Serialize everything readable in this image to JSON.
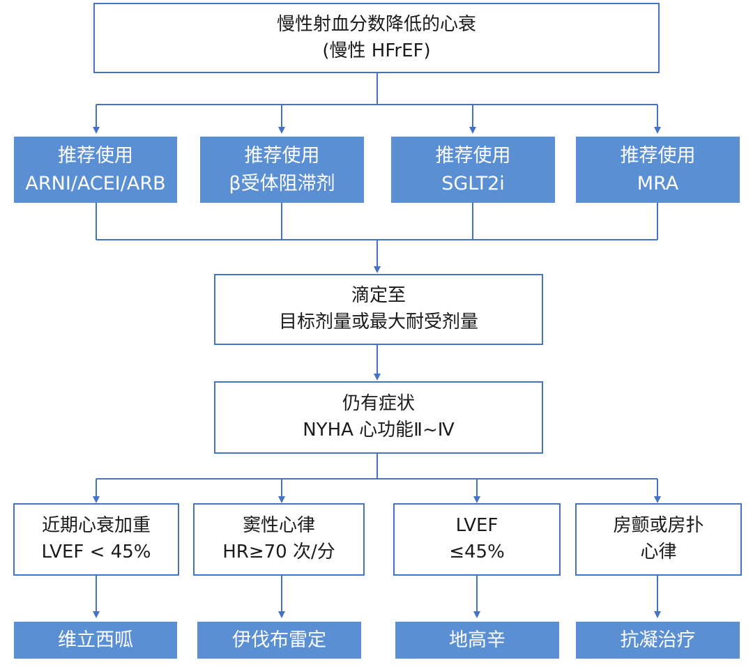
{
  "colors": {
    "line": "#4472C4",
    "fill": "#5B8FD4",
    "text": "#1a1a1a",
    "fill_text": "#ffffff"
  },
  "top": {
    "line1": "慢性射血分数降低的心衰",
    "line2": "(慢性 HFrEF)"
  },
  "drugs": [
    {
      "line1": "推荐使用",
      "line2": "ARNI/ACEI/ARB"
    },
    {
      "line1": "推荐使用",
      "line2": "β受体阻滞剂"
    },
    {
      "line1": "推荐使用",
      "line2": "SGLT2i"
    },
    {
      "line1": "推荐使用",
      "line2": "MRA"
    }
  ],
  "titrate": {
    "line1": "滴定至",
    "line2": "目标剂量或最大耐受剂量"
  },
  "symptoms": {
    "line1": "仍有症状",
    "line2": "NYHA 心功能Ⅱ~Ⅳ"
  },
  "conditions": [
    {
      "line1": "近期心衰加重",
      "line2": "LVEF < 45%"
    },
    {
      "line1": "窦性心律",
      "line2": "HR≥70 次/分"
    },
    {
      "line1": "LVEF",
      "line2": "≤45%"
    },
    {
      "line1": "房颤或房扑",
      "line2": "心律"
    }
  ],
  "treatments": [
    {
      "label": "维立西呱"
    },
    {
      "label": "伊伐布雷定"
    },
    {
      "label": "地高辛"
    },
    {
      "label": "抗凝治疗"
    }
  ]
}
